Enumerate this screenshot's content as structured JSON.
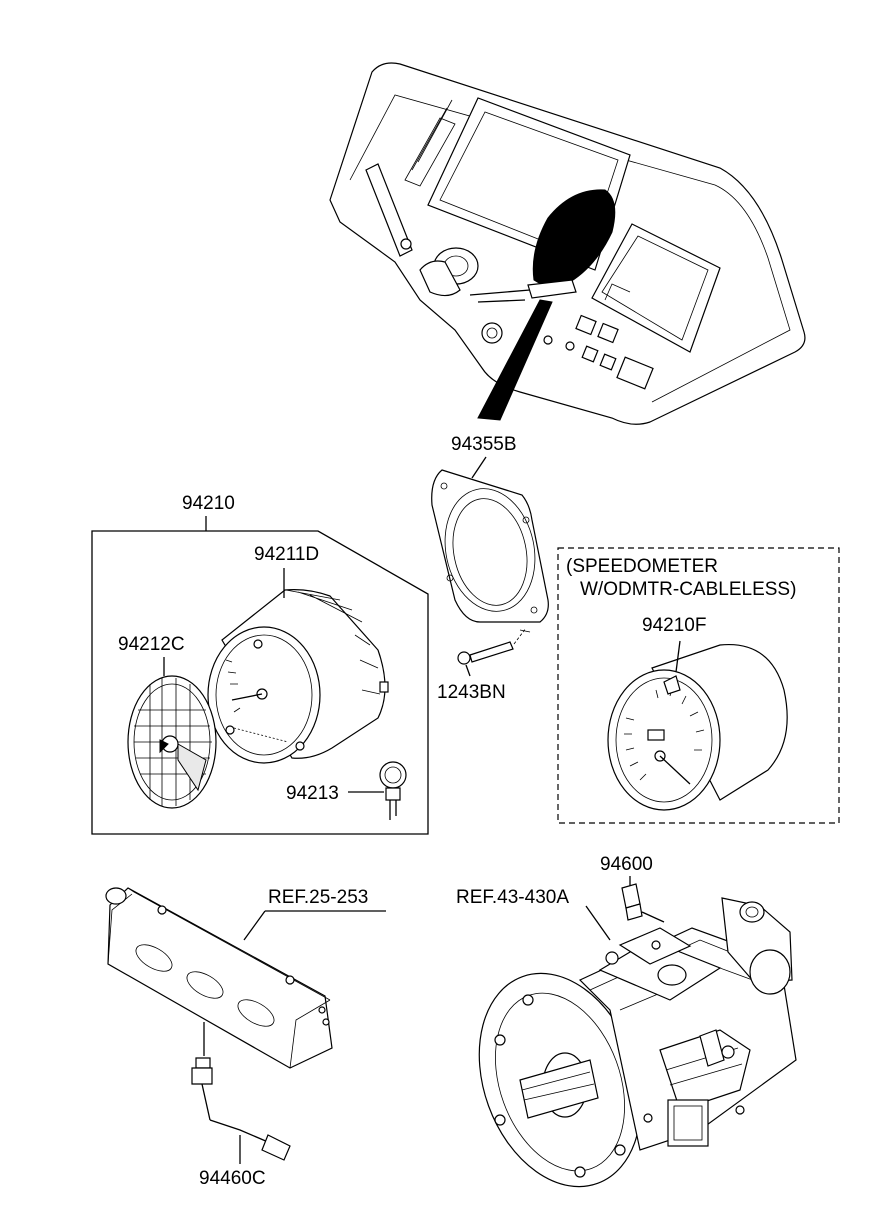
{
  "labels": {
    "dashboard_cable_ref": "94355B",
    "cluster_assembly": "94210",
    "cluster_case": "94211D",
    "cluster_face": "94212C",
    "cluster_bulb": "94213",
    "screw": "1243BN",
    "speedometer_note_line1": "(SPEEDOMETER",
    "speedometer_note_line2": "W/ODMTR-CABLELESS)",
    "speedometer": "94210F",
    "sensor": "94600",
    "engine_ref": "REF.25-253",
    "transmission_ref": "REF.43-430A",
    "cable_sensor": "94460C"
  },
  "colors": {
    "line": "#000000",
    "background": "#ffffff"
  }
}
